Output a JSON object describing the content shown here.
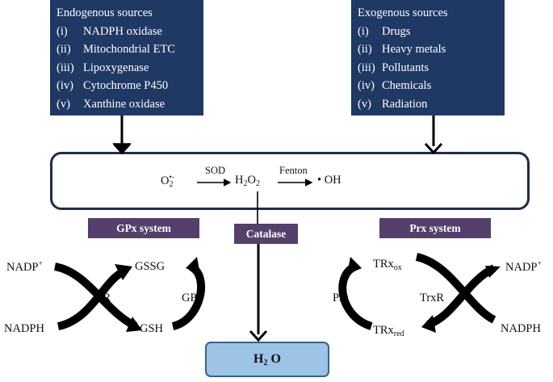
{
  "endogenous": {
    "title": "Endogenous sources",
    "items": [
      {
        "num": "(i)",
        "label": "NADPH oxidase"
      },
      {
        "num": "(ii)",
        "label": "Mitochondrial ETC"
      },
      {
        "num": "(iii)",
        "label": "Lipoxygenase"
      },
      {
        "num": "(iv)",
        "label": "Cytochrome P450"
      },
      {
        "num": "(v)",
        "label": "Xanthine oxidase"
      }
    ]
  },
  "exogenous": {
    "title": "Exogenous sources",
    "items": [
      {
        "num": "(i)",
        "label": "Drugs"
      },
      {
        "num": "(ii)",
        "label": "Heavy metals"
      },
      {
        "num": "(iii)",
        "label": "Pollutants"
      },
      {
        "num": "(iv)",
        "label": "Chemicals"
      },
      {
        "num": "(v)",
        "label": "Radiation"
      }
    ]
  },
  "reaction": {
    "superoxide": "O",
    "superoxide_sub": "2",
    "superoxide_sup": "•-",
    "sod": "SOD",
    "h2o2_base": "H",
    "h2o2_sub1": "2",
    "h2o2_mid": "O",
    "h2o2_sub2": "2",
    "fenton": "Fenton",
    "hydroxyl": "• OH"
  },
  "systems": {
    "gpx": "GPx system",
    "catalase": "Catalase",
    "prx": "Prx system"
  },
  "gpx_cycle": {
    "nadp": "NADP",
    "nadp_sup": "+",
    "nadph": "NADPH",
    "gr": "GR",
    "gssg": "GSSG",
    "gsh": "GSH",
    "gpx": "GPx"
  },
  "prx_cycle": {
    "trx_ox": "TRx",
    "trx_ox_sub": "ox",
    "trx_red": "TRx",
    "trx_red_sub": "red",
    "prx": "Prx",
    "trxr": "TrxR",
    "nadp": "NADP",
    "nadp_sup": "+",
    "nadph": "NADPH"
  },
  "water": {
    "base": "H",
    "sub": "2",
    "tail": " O"
  },
  "colors": {
    "source_box": "#1f3864",
    "system_label": "#54406a",
    "water_fill": "#9dc3e6",
    "arrow": "#000000"
  }
}
